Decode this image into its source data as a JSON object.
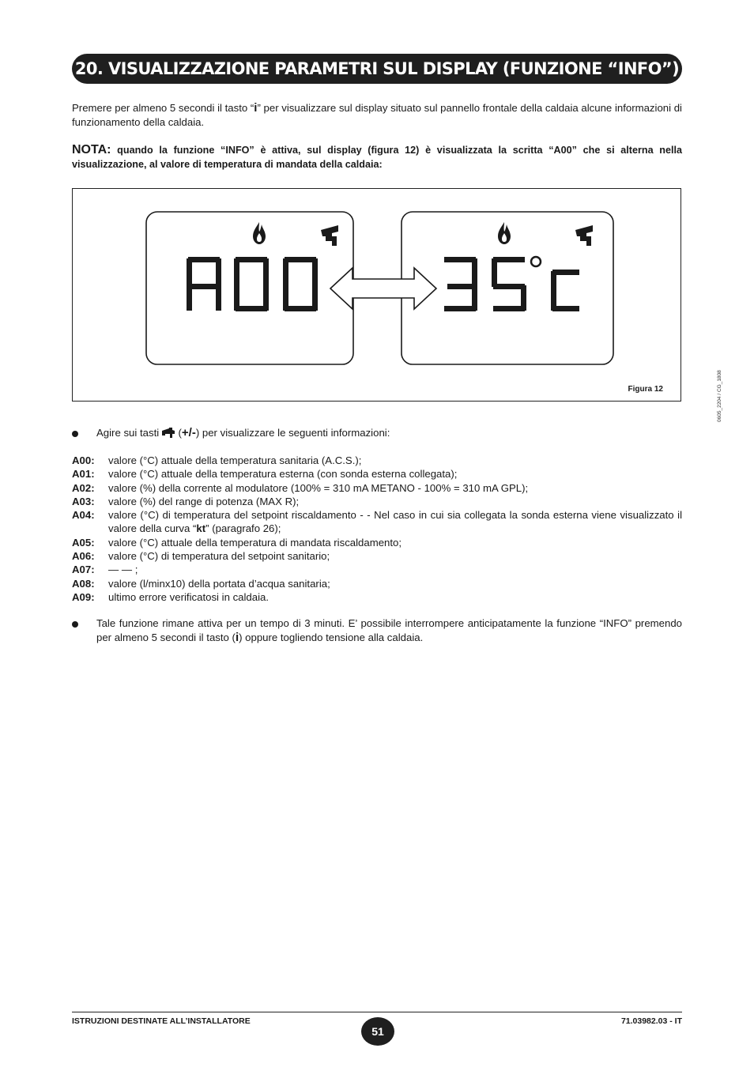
{
  "title": "20. VISUALIZZAZIONE PARAMETRI SUL DISPLAY (FUNZIONE “INFO”)",
  "intro": {
    "part1": "Premere per almeno 5 secondi il tasto “",
    "key": "i",
    "part2": "” per visualizzare sul display situato sul pannello frontale della caldaia alcune informazioni di funzionamento della caldaia."
  },
  "nota": {
    "label": "NOTA:",
    "text": " quando la funzione “INFO” è attiva, sul display (figura 12) è visualizzata  la scritta “A00” che si alterna nella visualizzazione,  al valore di temperatura di mandata della caldaia:"
  },
  "figure": {
    "display_left": "A00",
    "display_right": "35°C",
    "code": "0605_2204 / CG_1808",
    "caption": "Figura 12"
  },
  "bullet1": {
    "part1": "Agire sui tasti ",
    "paren_open": " (",
    "keys": "+/-",
    "part2": ") per visualizzare le seguenti informazioni:"
  },
  "params": [
    {
      "code": "A00:",
      "desc": "valore (°C) attuale della temperatura sanitaria (A.C.S.);"
    },
    {
      "code": "A01:",
      "desc": "valore (°C) attuale della temperatura esterna (con sonda esterna collegata);"
    },
    {
      "code": "A02:",
      "desc": "valore (%) della corrente al modulatore (100% = 310 mA METANO - 100% = 310 mA GPL);"
    },
    {
      "code": "A03:",
      "desc": "valore (%) del range di potenza (MAX R);"
    },
    {
      "code": "A04:",
      "desc_pre": "valore (°C) di temperatura del setpoint riscaldamento  - - Nel caso in cui sia collegata la sonda esterna viene visualizzato il valore della curva “",
      "desc_bold": "kt",
      "desc_post": "” (paragrafo 26);"
    },
    {
      "code": "A05:",
      "desc": "valore (°C) attuale della temperatura di mandata riscaldamento;"
    },
    {
      "code": "A06:",
      "desc": "valore (°C) di temperatura del setpoint sanitario;"
    },
    {
      "code": "A07:",
      "desc": "— — ;"
    },
    {
      "code": "A08:",
      "desc": "valore (l/minx10) della portata d’acqua sanitaria;"
    },
    {
      "code": "A09:",
      "desc": "ultimo errore verificatosi in caldaia."
    }
  ],
  "bullet2": {
    "part1": "Tale funzione rimane attiva per un tempo di 3 minuti. E’ possibile interrompere anticipatamente la funzione “INFO” premendo per almeno 5 secondi il tasto (",
    "key": "i",
    "part2": ") oppure togliendo tensione alla caldaia."
  },
  "footer": {
    "left": "ISTRUZIONI DESTINATE ALL’INSTALLATORE",
    "page": "51",
    "right": "71.03982.03 - IT"
  }
}
